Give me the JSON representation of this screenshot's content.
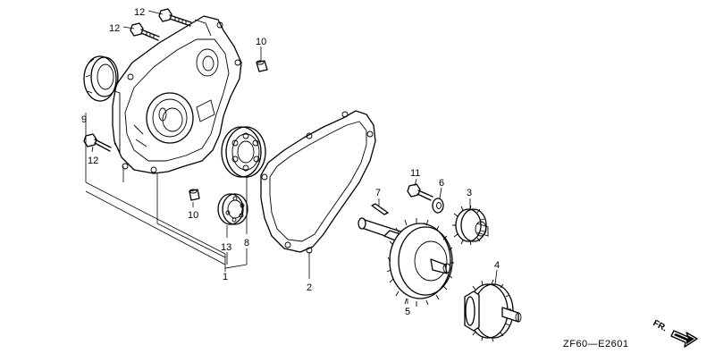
{
  "diagram": {
    "code": "ZF60—E2601",
    "direction_label": "FR.",
    "callouts": {
      "c1": "1",
      "c2": "2",
      "c3": "3",
      "c4": "4",
      "c5": "5",
      "c6": "6",
      "c7": "7",
      "c8": "8",
      "c9": "9",
      "c10a": "10",
      "c10b": "10",
      "c11": "11",
      "c12a": "12",
      "c12b": "12",
      "c12c": "12",
      "c13": "13"
    }
  }
}
